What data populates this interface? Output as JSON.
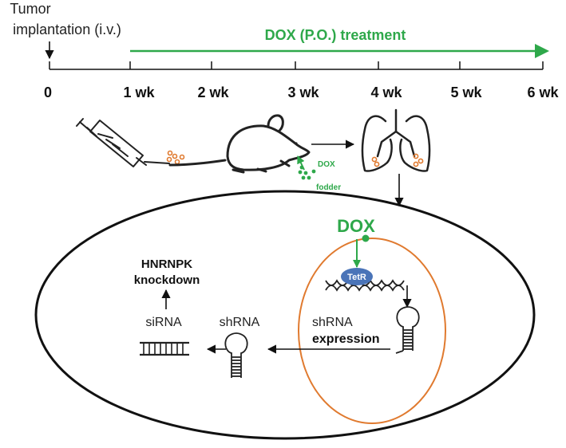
{
  "timeline": {
    "event_label_line1": "Tumor",
    "event_label_line2": "implantation (i.v.)",
    "treatment_label": "DOX (P.O.) treatment",
    "ticks": [
      "0",
      "1 wk",
      "2 wk",
      "3 wk",
      "4 wk",
      "5 wk",
      "6 wk"
    ]
  },
  "feeding": {
    "dox_label": "DOX",
    "fodder_label": "fodder"
  },
  "cell": {
    "dox_label": "DOX",
    "tetr_label": "TetR",
    "shrna_expression_line1": "shRNA",
    "shrna_expression_line2": "expression",
    "shrna_label": "shRNA",
    "sirna_label": "siRNA",
    "knockdown_line1": "HNRNPK",
    "knockdown_line2": "knockdown"
  },
  "colors": {
    "green": "#2ea84a",
    "orange": "#e07a2f",
    "black": "#111111",
    "tetr_blue": "#4a74b8"
  }
}
